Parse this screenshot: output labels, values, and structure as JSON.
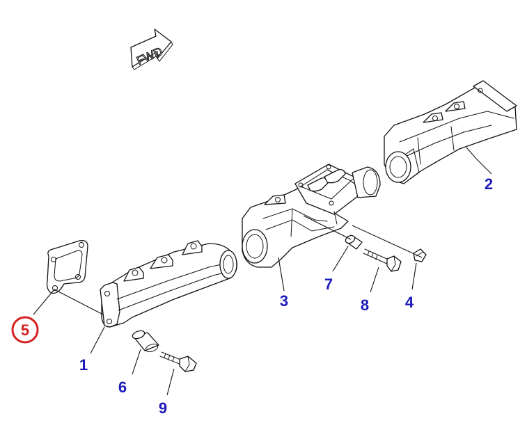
{
  "direction_label": "FWD",
  "colors": {
    "callout": "#1a1ab8",
    "highlight": "#d42020",
    "line": "#111111"
  },
  "callouts": [
    {
      "id": "1",
      "label": "1",
      "highlighted": false
    },
    {
      "id": "2",
      "label": "2",
      "highlighted": false
    },
    {
      "id": "3",
      "label": "3",
      "highlighted": false
    },
    {
      "id": "4",
      "label": "4",
      "highlighted": false
    },
    {
      "id": "5",
      "label": "5",
      "highlighted": true
    },
    {
      "id": "6",
      "label": "6",
      "highlighted": false
    },
    {
      "id": "7",
      "label": "7",
      "highlighted": false
    },
    {
      "id": "8",
      "label": "8",
      "highlighted": false
    },
    {
      "id": "9",
      "label": "9",
      "highlighted": false
    }
  ]
}
